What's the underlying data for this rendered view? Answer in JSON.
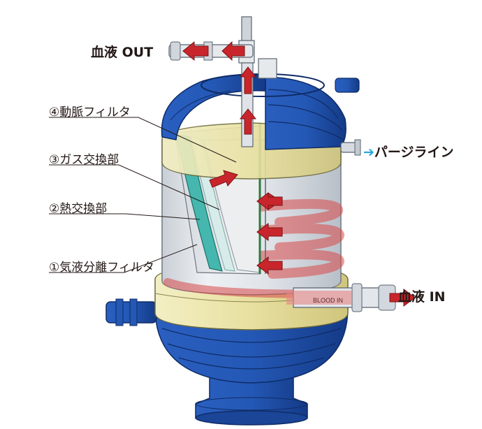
{
  "labels": {
    "blood_out": "血液 OUT",
    "blood_in": "血液 IN",
    "purge_line": "パージライン",
    "purge_arrow": "➔",
    "arterial_filter": "④動脈フィルタ",
    "gas_exchange": "③ガス交換部",
    "heat_exchange": "②熱交換部",
    "air_separation_filter": "①気液分離フィルタ",
    "port_marking": "BLOOD IN"
  },
  "colors": {
    "housing_blue": "#1f4fa8",
    "housing_blue_dark": "#12357a",
    "band_yellow": "#e9e3a8",
    "flow_red": "#c8262c",
    "teal_layer": "#45b7ae",
    "purge_arrow_cyan": "#2aa6e0",
    "text": "#231815"
  },
  "icons": [
    "flow-arrow-icon",
    "purge-arrow-icon"
  ]
}
